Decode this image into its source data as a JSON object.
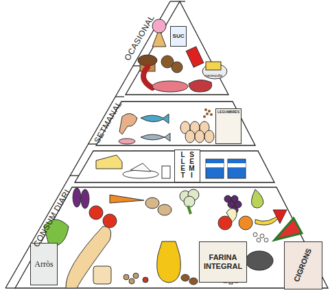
{
  "diagram": {
    "nodes": [
      {
        "text": [
          "SUC"
        ]
      },
      {
        "text": [
          "LEGUMBRES"
        ]
      },
      {
        "text": [
          "LLET",
          "SEMI"
        ]
      },
      {
        "text": [
          "Arròs"
        ]
      },
      {
        "text": [
          "FARINA INTEGRAL"
        ]
      },
      {
        "text": [
          "CIGRONS"
        ]
      }
    ],
    "labels": [
      "OCASIONAL",
      "SETMANAL",
      "CONSUM DIARI",
      "mantequilla"
    ]
  }
}
